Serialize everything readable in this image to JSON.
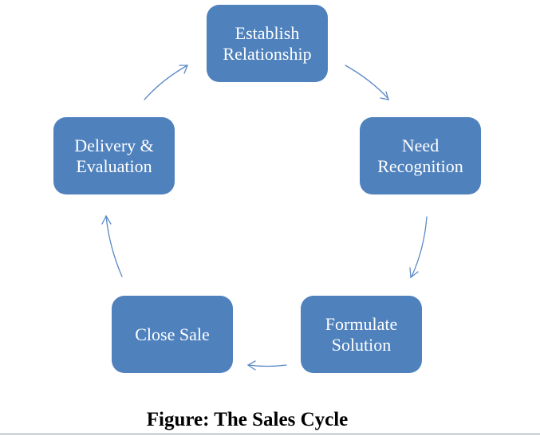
{
  "diagram": {
    "type": "cycle",
    "nodes": [
      {
        "id": "establish",
        "label": "Establish\nRelationship"
      },
      {
        "id": "need",
        "label": "Need\nRecognition"
      },
      {
        "id": "formulate",
        "label": "Formulate\nSolution"
      },
      {
        "id": "close",
        "label": "Close Sale"
      },
      {
        "id": "delivery",
        "label": "Delivery &\nEvaluation"
      }
    ],
    "edges": [
      {
        "from": "establish",
        "to": "need"
      },
      {
        "from": "need",
        "to": "formulate"
      },
      {
        "from": "formulate",
        "to": "close"
      },
      {
        "from": "close",
        "to": "delivery"
      },
      {
        "from": "delivery",
        "to": "establish"
      }
    ],
    "colors": {
      "node_fill": "#4f81bd",
      "node_text": "#ffffff",
      "arrow": "#4f81bd"
    }
  },
  "caption": "Figure: The Sales Cycle"
}
